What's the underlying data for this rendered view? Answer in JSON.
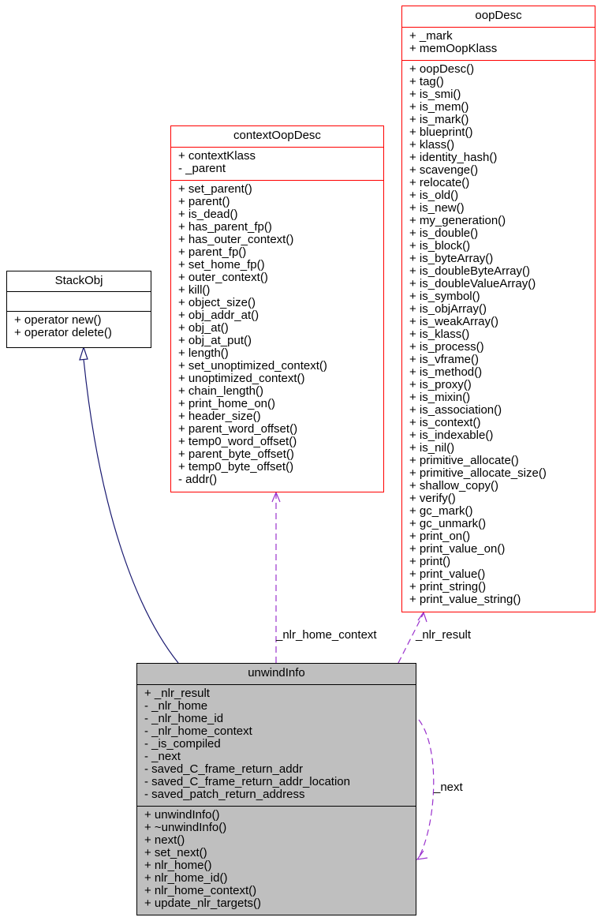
{
  "colors": {
    "inheritance": "#191970",
    "usage": "#9a32cd",
    "highlight_fill": "#bfbfbf",
    "class_border": "#ff0000"
  },
  "classes": {
    "oopDesc": {
      "name": "oopDesc",
      "attributes": [
        "+ _mark",
        "+ memOopKlass"
      ],
      "methods": [
        "+ oopDesc()",
        "+ tag()",
        "+ is_smi()",
        "+ is_mem()",
        "+ is_mark()",
        "+ blueprint()",
        "+ klass()",
        "+ identity_hash()",
        "+ scavenge()",
        "+ relocate()",
        "+ is_old()",
        "+ is_new()",
        "+ my_generation()",
        "+ is_double()",
        "+ is_block()",
        "+ is_byteArray()",
        "+ is_doubleByteArray()",
        "+ is_doubleValueArray()",
        "+ is_symbol()",
        "+ is_objArray()",
        "+ is_weakArray()",
        "+ is_klass()",
        "+ is_process()",
        "+ is_vframe()",
        "+ is_method()",
        "+ is_proxy()",
        "+ is_mixin()",
        "+ is_association()",
        "+ is_context()",
        "+ is_indexable()",
        "+ is_nil()",
        "+ primitive_allocate()",
        "+ primitive_allocate_size()",
        "+ shallow_copy()",
        "+ verify()",
        "+ gc_mark()",
        "+ gc_unmark()",
        "+ print_on()",
        "+ print_value_on()",
        "+ print()",
        "+ print_value()",
        "+ print_string()",
        "+ print_value_string()"
      ]
    },
    "contextOopDesc": {
      "name": "contextOopDesc",
      "attributes": [
        "+ contextKlass",
        "- _parent"
      ],
      "methods": [
        "+ set_parent()",
        "+ parent()",
        "+ is_dead()",
        "+ has_parent_fp()",
        "+ has_outer_context()",
        "+ parent_fp()",
        "+ set_home_fp()",
        "+ outer_context()",
        "+ kill()",
        "+ object_size()",
        "+ obj_addr_at()",
        "+ obj_at()",
        "+ obj_at_put()",
        "+ length()",
        "+ set_unoptimized_context()",
        "+ unoptimized_context()",
        "+ chain_length()",
        "+ print_home_on()",
        "+ header_size()",
        "+ parent_word_offset()",
        "+ temp0_word_offset()",
        "+ parent_byte_offset()",
        "+ temp0_byte_offset()",
        "- addr()"
      ]
    },
    "StackObj": {
      "name": "StackObj",
      "attributes": [],
      "methods": [
        "+ operator new()",
        "+ operator delete()"
      ]
    },
    "unwindInfo": {
      "name": "unwindInfo",
      "attributes": [
        "+ _nlr_result",
        "- _nlr_home",
        "- _nlr_home_id",
        "- _nlr_home_context",
        "- _is_compiled",
        "- _next",
        "- saved_C_frame_return_addr",
        "- saved_C_frame_return_addr_location",
        "- saved_patch_return_address"
      ],
      "methods": [
        "+ unwindInfo()",
        "+ ~unwindInfo()",
        "+ next()",
        "+ set_next()",
        "+ nlr_home()",
        "+ nlr_home_id()",
        "+ nlr_home_context()",
        "+ update_nlr_targets()"
      ]
    }
  },
  "edge_labels": {
    "nlr_home_context": "_nlr_home_context",
    "nlr_result": "_nlr_result",
    "next": "_next"
  }
}
